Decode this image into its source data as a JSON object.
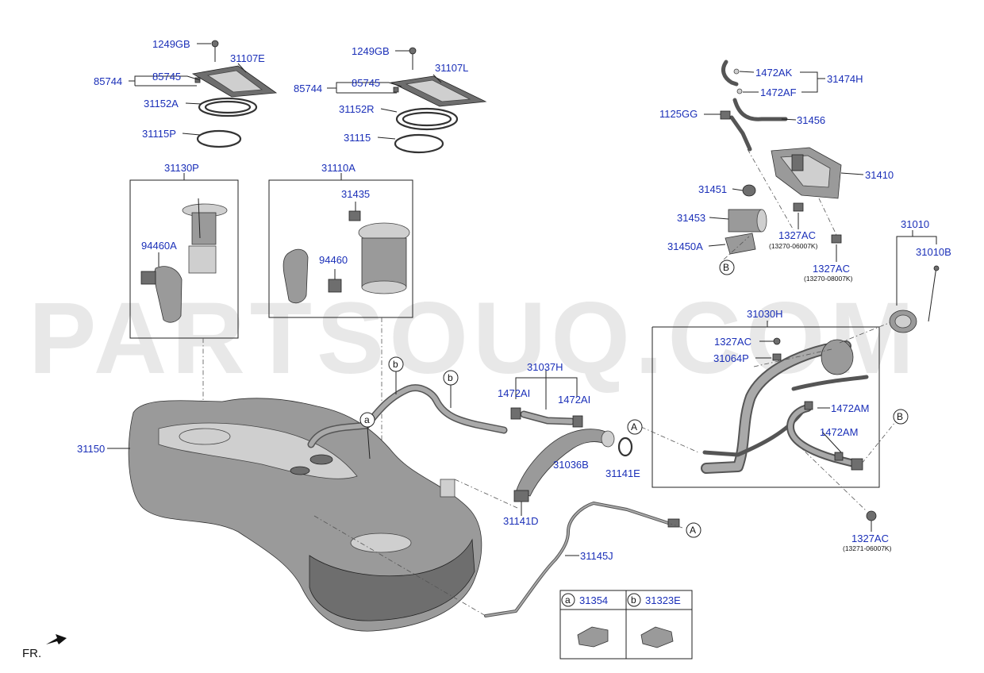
{
  "watermark": "PARTSOUQ.COM",
  "direction_label": "FR.",
  "labels": {
    "p1249gb_l": "1249GB",
    "p31107e": "31107E",
    "p85744_l": "85744",
    "p85745_l": "85745",
    "p31152a": "31152A",
    "p31115p": "31115P",
    "p1249gb_r": "1249GB",
    "p31107l": "31107L",
    "p85744_r": "85744",
    "p85745_r": "85745",
    "p31152r": "31152R",
    "p31115": "31115",
    "p31130p": "31130P",
    "p94460a": "94460A",
    "p31110a": "31110A",
    "p31435": "31435",
    "p94460": "94460",
    "p1472ak": "1472AK",
    "p31474h": "31474H",
    "p1472af": "1472AF",
    "p1125gg": "1125GG",
    "p31456": "31456",
    "p31410": "31410",
    "p31451": "31451",
    "p31453": "31453",
    "p1327ac_a": "1327AC",
    "p1327ac_a_sub": "(13270-06007K)",
    "p31450a": "31450A",
    "p1327ac_b": "1327AC",
    "p1327ac_b_sub": "(13270-08007K)",
    "p31010": "31010",
    "p31010b": "31010B",
    "p31030h": "31030H",
    "p1327ac_c": "1327AC",
    "p31064p": "31064P",
    "p1472am_a": "1472AM",
    "p1472am_b": "1472AM",
    "p31037h": "31037H",
    "p1472ai_l": "1472AI",
    "p1472ai_r": "1472AI",
    "p31036b": "31036B",
    "p31141e": "31141E",
    "p31141d": "31141D",
    "p31150": "31150",
    "p31145j": "31145J",
    "p1327ac_d": "1327AC",
    "p1327ac_d_sub": "(13271-06007K)"
  },
  "callouts": {
    "a": "a",
    "b": "b",
    "A": "A",
    "B": "B"
  },
  "legend": {
    "items": [
      {
        "key": "a",
        "part": "31354"
      },
      {
        "key": "b",
        "part": "31323E"
      }
    ]
  }
}
